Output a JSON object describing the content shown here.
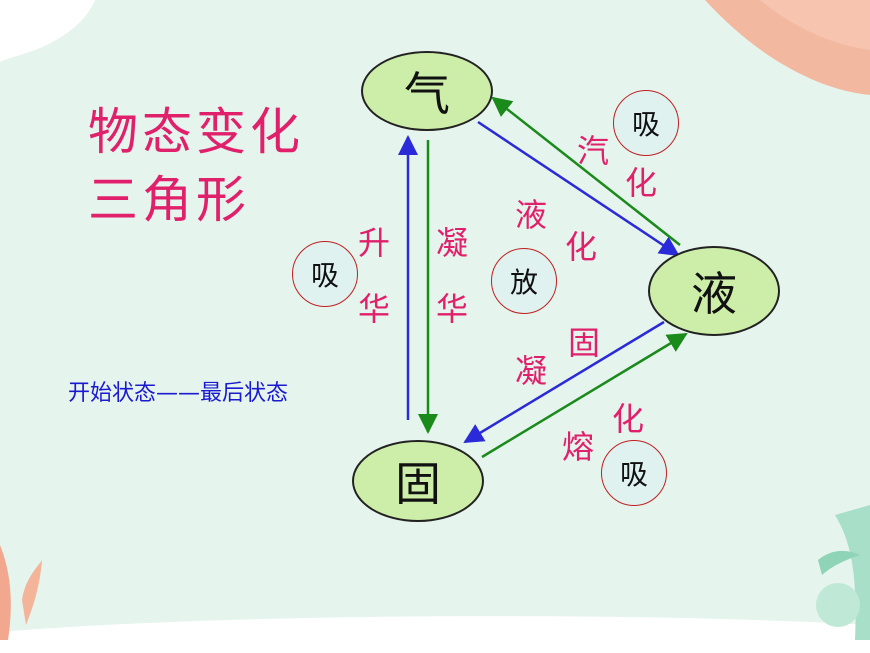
{
  "title_line1": "物态变化",
  "title_line2": "三角形",
  "note": "开始状态——最后状态",
  "nodes": {
    "gas": "气",
    "liquid": "液",
    "solid": "固"
  },
  "processes": {
    "vaporization": [
      "汽",
      "化"
    ],
    "liquefaction": [
      "液",
      "化"
    ],
    "sublimation": [
      "升",
      "华"
    ],
    "deposition": [
      "凝",
      "华"
    ],
    "solidification": [
      "固",
      "凝"
    ],
    "melting": [
      "化",
      "熔"
    ]
  },
  "badges": {
    "absorb_vaporization": "吸",
    "absorb_sublimation": "吸",
    "release_deposition": "放",
    "absorb_melting": "吸"
  },
  "colors": {
    "title": "#e0206a",
    "blue_arrow": "#2a2ad8",
    "green_arrow": "#1a8a1a",
    "node_fill": "#cdeea8"
  }
}
